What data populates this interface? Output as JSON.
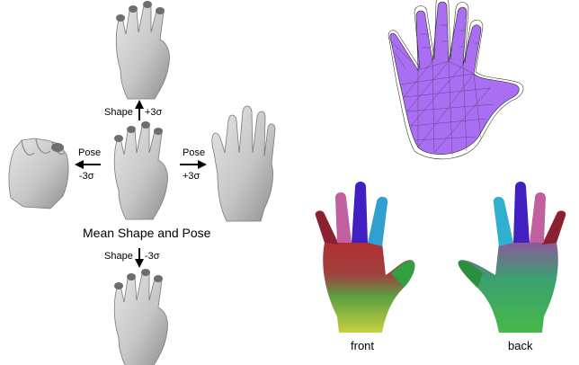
{
  "figure": {
    "shape_plus_label": "Shape",
    "shape_plus_sigma": "+3σ",
    "shape_minus_label": "Shape",
    "shape_minus_sigma": "-3σ",
    "pose_minus_label": "Pose",
    "pose_minus_sigma": "-3σ",
    "pose_plus_label": "Pose",
    "pose_plus_sigma": "+3σ",
    "mean_caption": "Mean Shape and Pose",
    "front_caption": "front",
    "back_caption": "back"
  },
  "colors": {
    "hand_gray": "#c9c9c9",
    "wire_purple": "#9a55f0",
    "arrow": "#000000"
  },
  "icons": [
    "gray-hand-model",
    "wireframe-hand-mesh",
    "color-coded-hand"
  ]
}
